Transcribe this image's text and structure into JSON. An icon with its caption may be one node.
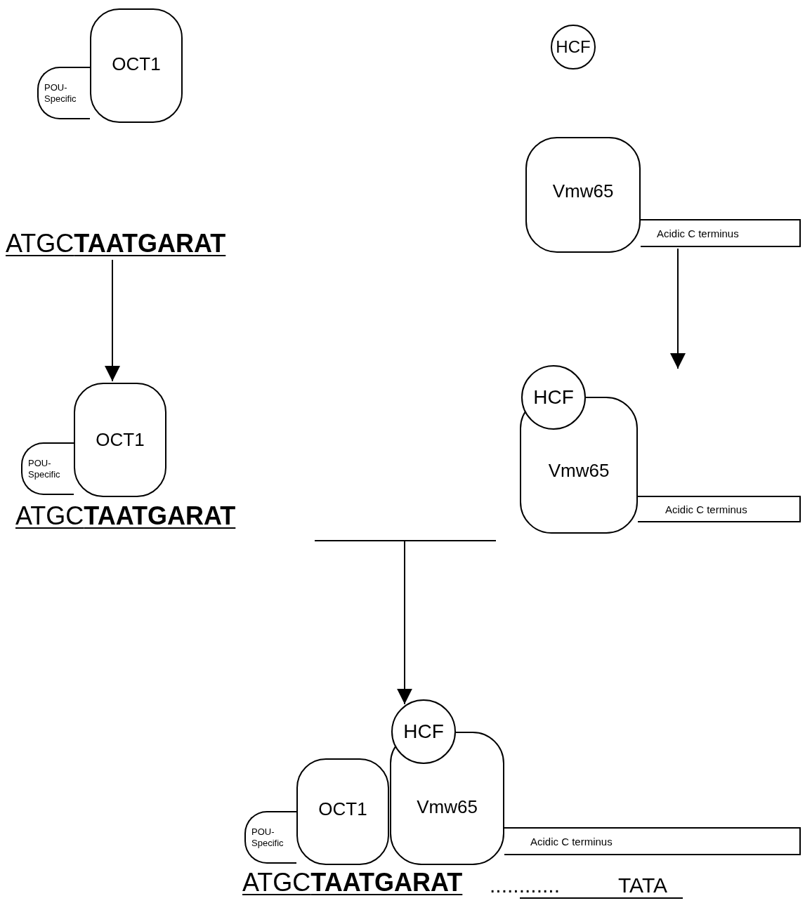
{
  "diagram": {
    "nodes": [
      {
        "text": [
          "POU- Specific"
        ]
      },
      {
        "text": [
          "OCT1"
        ]
      },
      {
        "text": [
          "HCF"
        ]
      },
      {
        "text": [
          "Vmw65"
        ]
      },
      {
        "text": [
          "Acidic C terminus"
        ]
      },
      {
        "text": [
          "ATGC**TAATGARAT**"
        ]
      },
      {
        "text": [
          "POU- Specific"
        ]
      },
      {
        "text": [
          "OCT1"
        ]
      },
      {
        "text": [
          "HCF"
        ]
      },
      {
        "text": [
          "Vmw65"
        ]
      },
      {
        "text": [
          "Acidic C terminus"
        ]
      },
      {
        "text": [
          "ATGC**TAATGARAT**"
        ]
      },
      {
        "text": [
          "HCF"
        ]
      },
      {
        "text": [
          "POU- Specific"
        ]
      },
      {
        "text": [
          "OCT1"
        ]
      },
      {
        "text": [
          "Vmw65"
        ]
      },
      {
        "text": [
          "Acidic C terminus"
        ]
      },
      {
        "text": [
          "ATGC**TAATGARAT**"
        ]
      }
    ],
    "edges": [
      {
        "from": 5,
        "to": 7,
        "arrow": "to"
      },
      {
        "from": 4,
        "to": null,
        "arrow": "to"
      },
      {
        "from": null,
        "to": 12,
        "arrow": "to"
      }
    ],
    "labels": [
      "............",
      "TATA"
    ]
  }
}
